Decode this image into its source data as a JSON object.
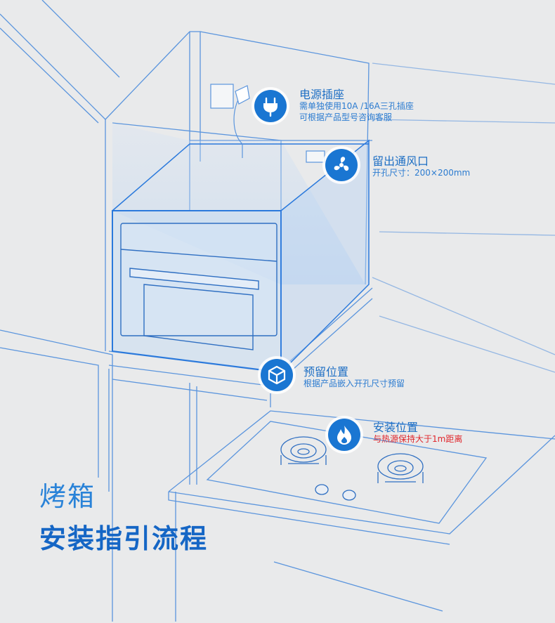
{
  "heading": {
    "line1": "烤箱",
    "line2": "安装指引流程"
  },
  "callouts": [
    {
      "id": "power",
      "title": "电源插座",
      "lines": [
        "需单独使用10A /16A三孔插座",
        "可根据产品型号咨询客服"
      ],
      "icon": "plug-icon"
    },
    {
      "id": "vent",
      "title": "留出通风口",
      "lines": [
        "开孔尺寸：200×200mm"
      ],
      "icon": "fan-icon"
    },
    {
      "id": "reserve",
      "title": "预留位置",
      "lines": [
        "根据产品嵌入开孔尺寸预留"
      ],
      "icon": "cube-icon"
    },
    {
      "id": "install",
      "title": "安装位置",
      "lines": [
        "与热源保持大于1m距离"
      ],
      "icon": "flame-icon",
      "warn": true
    }
  ],
  "colors": {
    "background": "#e9eaeb",
    "line": "#4f8fdc",
    "accent": "#1a76d2",
    "warning": "#e0262b"
  }
}
